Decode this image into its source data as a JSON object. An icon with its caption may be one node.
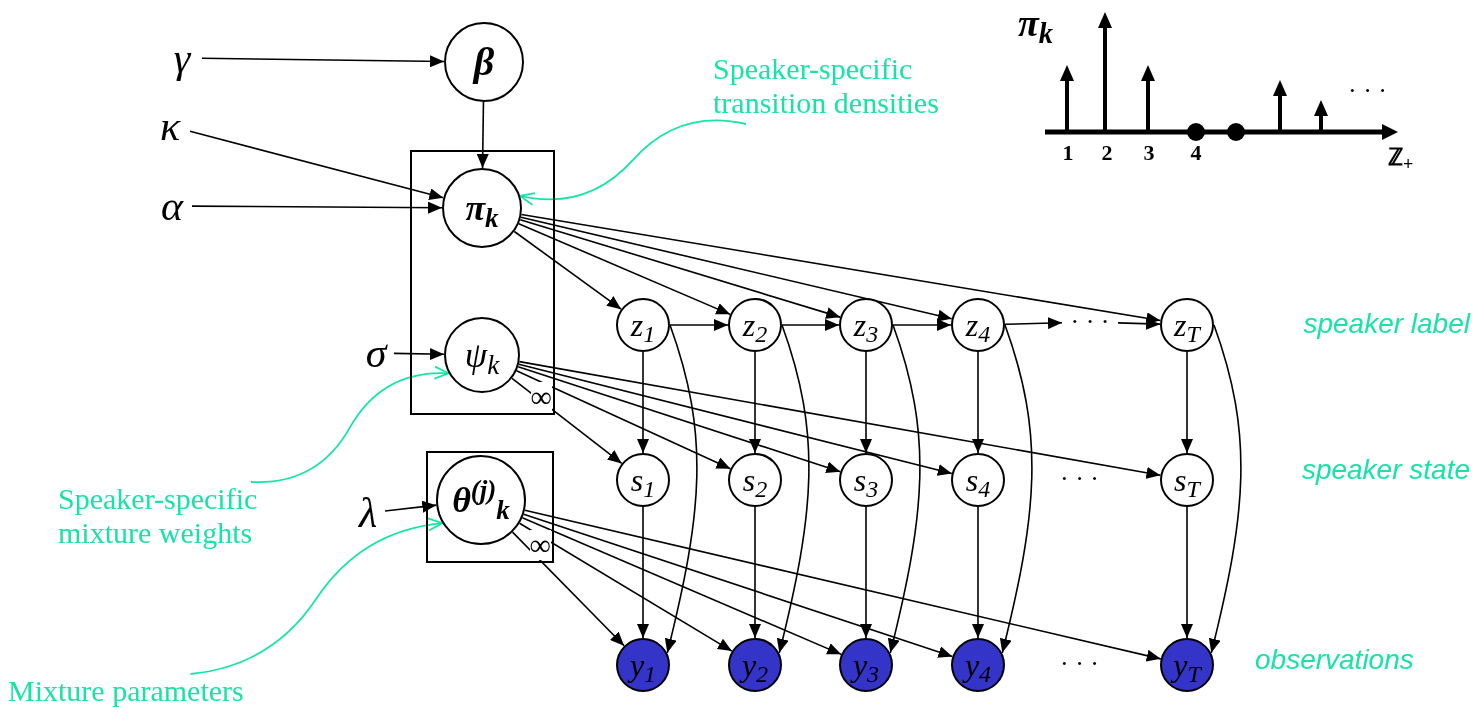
{
  "diagram": {
    "nodes": [
      {
        "text": [
          "γ"
        ]
      },
      {
        "text": [
          "β"
        ]
      },
      {
        "text": [
          "κ"
        ]
      },
      {
        "text": [
          "α"
        ]
      },
      {
        "text": [
          "∞"
        ]
      },
      {
        "text": [
          "π$_{k}$"
        ],
        "in": 4
      },
      {
        "text": [
          "σ"
        ]
      },
      {
        "text": [
          "ψ$_{k}$"
        ],
        "in": 4
      },
      {
        "text": [
          "λ"
        ]
      },
      {
        "text": [
          "∞"
        ]
      },
      {
        "text": [
          "θ$^{(j)}$$_{k}$"
        ],
        "in": 9
      },
      {
        "text": [
          "z$_{1}$"
        ]
      },
      {
        "text": [
          "z$_{2}$"
        ]
      },
      {
        "text": [
          "z$_{3}$"
        ]
      },
      {
        "text": [
          "z$_{4}$"
        ]
      },
      {
        "text": [
          "· · ·"
        ]
      },
      {
        "text": [
          "z$_{T}$"
        ]
      },
      {
        "text": [
          "s$_{1}$"
        ]
      },
      {
        "text": [
          "s$_{2}$"
        ]
      },
      {
        "text": [
          "s$_{3}$"
        ]
      },
      {
        "text": [
          "s$_{4}$"
        ]
      },
      {
        "text": [
          "s$_{T}$"
        ]
      },
      {
        "text": [
          "y$_{1}$"
        ]
      },
      {
        "text": [
          "y$_{2}$"
        ]
      },
      {
        "text": [
          "y$_{3}$"
        ]
      },
      {
        "text": [
          "y$_{4}$"
        ]
      },
      {
        "text": [
          "y$_{T}$"
        ]
      },
      {
        "text": [
          "Speaker-specific transition densities"
        ]
      },
      {
        "text": [
          "Speaker-specific mixture weights"
        ]
      },
      {
        "text": [
          "Mixture parameters"
        ]
      }
    ],
    "edges": [
      {
        "from": 0,
        "to": 1,
        "arrow": "to"
      },
      {
        "from": 1,
        "to": 5,
        "arrow": "to"
      },
      {
        "from": 2,
        "to": 5,
        "arrow": "to"
      },
      {
        "from": 3,
        "to": 5,
        "arrow": "to"
      },
      {
        "from": 6,
        "to": 7,
        "arrow": "to"
      },
      {
        "from": 8,
        "to": 10,
        "arrow": "to"
      },
      {
        "from": 5,
        "to": 11,
        "arrow": "to"
      },
      {
        "from": 5,
        "to": 12,
        "arrow": "to"
      },
      {
        "from": 5,
        "to": 13,
        "arrow": "to"
      },
      {
        "from": 5,
        "to": 14,
        "arrow": "to"
      },
      {
        "from": 5,
        "to": 16,
        "arrow": "to"
      },
      {
        "from": 7,
        "to": 17,
        "arrow": "to"
      },
      {
        "from": 7,
        "to": 18,
        "arrow": "to"
      },
      {
        "from": 7,
        "to": 19,
        "arrow": "to"
      },
      {
        "from": 7,
        "to": 20,
        "arrow": "to"
      },
      {
        "from": 7,
        "to": 21,
        "arrow": "to"
      },
      {
        "from": 10,
        "to": 22,
        "arrow": "to"
      },
      {
        "from": 10,
        "to": 23,
        "arrow": "to"
      },
      {
        "from": 10,
        "to": 24,
        "arrow": "to"
      },
      {
        "from": 10,
        "to": 25,
        "arrow": "to"
      },
      {
        "from": 10,
        "to": 26,
        "arrow": "to"
      },
      {
        "from": 11,
        "to": 12,
        "arrow": "to"
      },
      {
        "from": 12,
        "to": 13,
        "arrow": "to"
      },
      {
        "from": 13,
        "to": 14,
        "arrow": "to"
      },
      {
        "from": 14,
        "to": 15,
        "arrow": "to"
      },
      {
        "from": 15,
        "to": 16,
        "arrow": "to"
      },
      {
        "from": 11,
        "to": 17,
        "arrow": "to"
      },
      {
        "from": 12,
        "to": 18,
        "arrow": "to"
      },
      {
        "from": 13,
        "to": 19,
        "arrow": "to"
      },
      {
        "from": 14,
        "to": 20,
        "arrow": "to"
      },
      {
        "from": 16,
        "to": 21,
        "arrow": "to"
      },
      {
        "from": 17,
        "to": 22,
        "arrow": "to"
      },
      {
        "from": 18,
        "to": 23,
        "arrow": "to"
      },
      {
        "from": 19,
        "to": 24,
        "arrow": "to"
      },
      {
        "from": 20,
        "to": 25,
        "arrow": "to"
      },
      {
        "from": 21,
        "to": 26,
        "arrow": "to"
      },
      {
        "from": 11,
        "to": 22,
        "arrow": "to"
      },
      {
        "from": 12,
        "to": 23,
        "arrow": "to"
      },
      {
        "from": 13,
        "to": 24,
        "arrow": "to"
      },
      {
        "from": 14,
        "to": 25,
        "arrow": "to"
      },
      {
        "from": 16,
        "to": 26,
        "arrow": "to"
      },
      {
        "from": 27,
        "to": 5,
        "arrow": "to",
        "color": "#17e3a8"
      },
      {
        "from": 28,
        "to": 7,
        "arrow": "to",
        "color": "#17e3a8"
      },
      {
        "from": 29,
        "to": 10,
        "arrow": "to",
        "color": "#17e3a8"
      }
    ],
    "labels": [
      "π$_{k}$",
      "· · ·",
      "1",
      "2",
      "3",
      "4",
      "ℤ$_{+}$",
      "speaker label",
      "· · ·",
      "speaker state",
      "· · ·",
      "observations"
    ]
  }
}
